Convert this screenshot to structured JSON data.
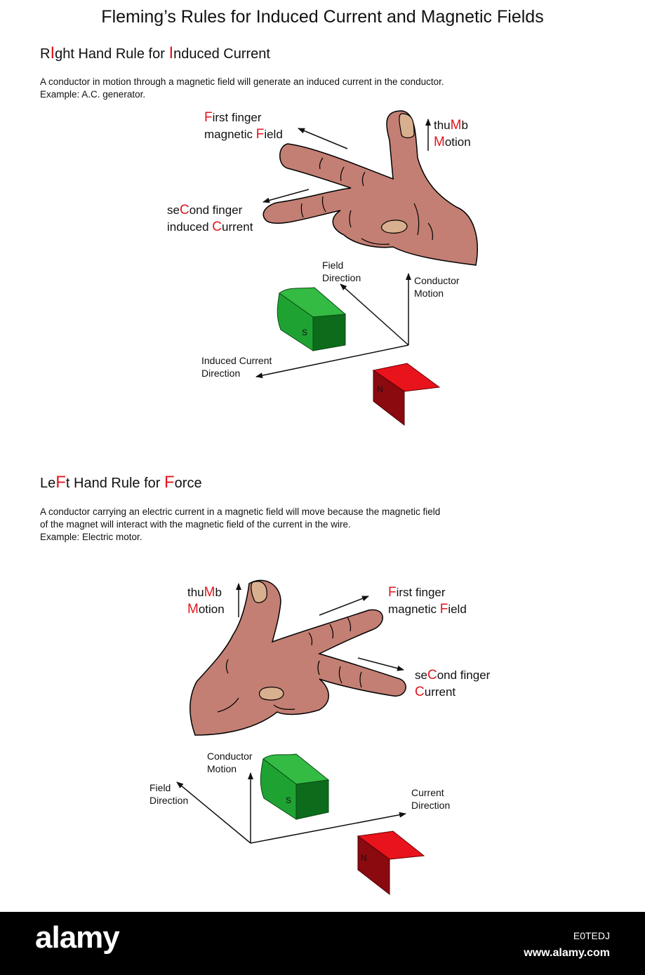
{
  "title": "Fleming’s Rules for Induced Current and Magnetic Fields",
  "right_rule": {
    "heading": [
      "R",
      "I",
      "ght Hand Rule for ",
      "I",
      "nduced Current"
    ],
    "description": [
      "A conductor in motion through a magnetic field will generate an induced current in the conductor.",
      "Example: A.C. generator."
    ],
    "first_finger": [
      "F",
      "irst finger"
    ],
    "magnetic_field": [
      "magnetic ",
      "F",
      "ield"
    ],
    "thumb": [
      "thu",
      "M",
      "b"
    ],
    "motion": [
      "M",
      "otion"
    ],
    "second_finger": [
      "se",
      "C",
      "ond finger"
    ],
    "induced_current": [
      "induced ",
      "C",
      "urrent"
    ],
    "field_direction": [
      "Field",
      "Direction"
    ],
    "conductor_motion": [
      "Conductor",
      "Motion"
    ],
    "current_direction": [
      "Induced Current",
      "Direction"
    ],
    "magnet_s": "S",
    "magnet_n": "N"
  },
  "left_rule": {
    "heading": [
      "Le",
      "F",
      "t Hand Rule for ",
      "F",
      "orce"
    ],
    "description": [
      "A conductor carrying an electric current in a magnetic field will move because the magnetic field",
      "of the magnet will interact with the magnetic field of the current in the wire.",
      "Example: Electric motor."
    ],
    "thumb": [
      "thu",
      "M",
      "b"
    ],
    "motion": [
      "M",
      "otion"
    ],
    "first_finger": [
      "F",
      "irst finger"
    ],
    "magnetic_field": [
      "magnetic ",
      "F",
      "ield"
    ],
    "second_finger": [
      "se",
      "C",
      "ond finger"
    ],
    "current": [
      "C",
      "urrent"
    ],
    "conductor_motion": [
      "Conductor",
      "Motion"
    ],
    "field_direction": [
      "Field",
      "Direction"
    ],
    "current_direction": [
      "Current",
      "Direction"
    ],
    "magnet_s": "S",
    "magnet_n": "N"
  },
  "footer": {
    "logo": "alamy",
    "image_id": "E0TEDJ",
    "website": "www.alamy.com"
  },
  "colors": {
    "highlight": "#e0161c",
    "skin": "#c37f73",
    "nail": "#d9b08f",
    "magnet_green": "#1ea333",
    "magnet_red": "#e8131b"
  }
}
